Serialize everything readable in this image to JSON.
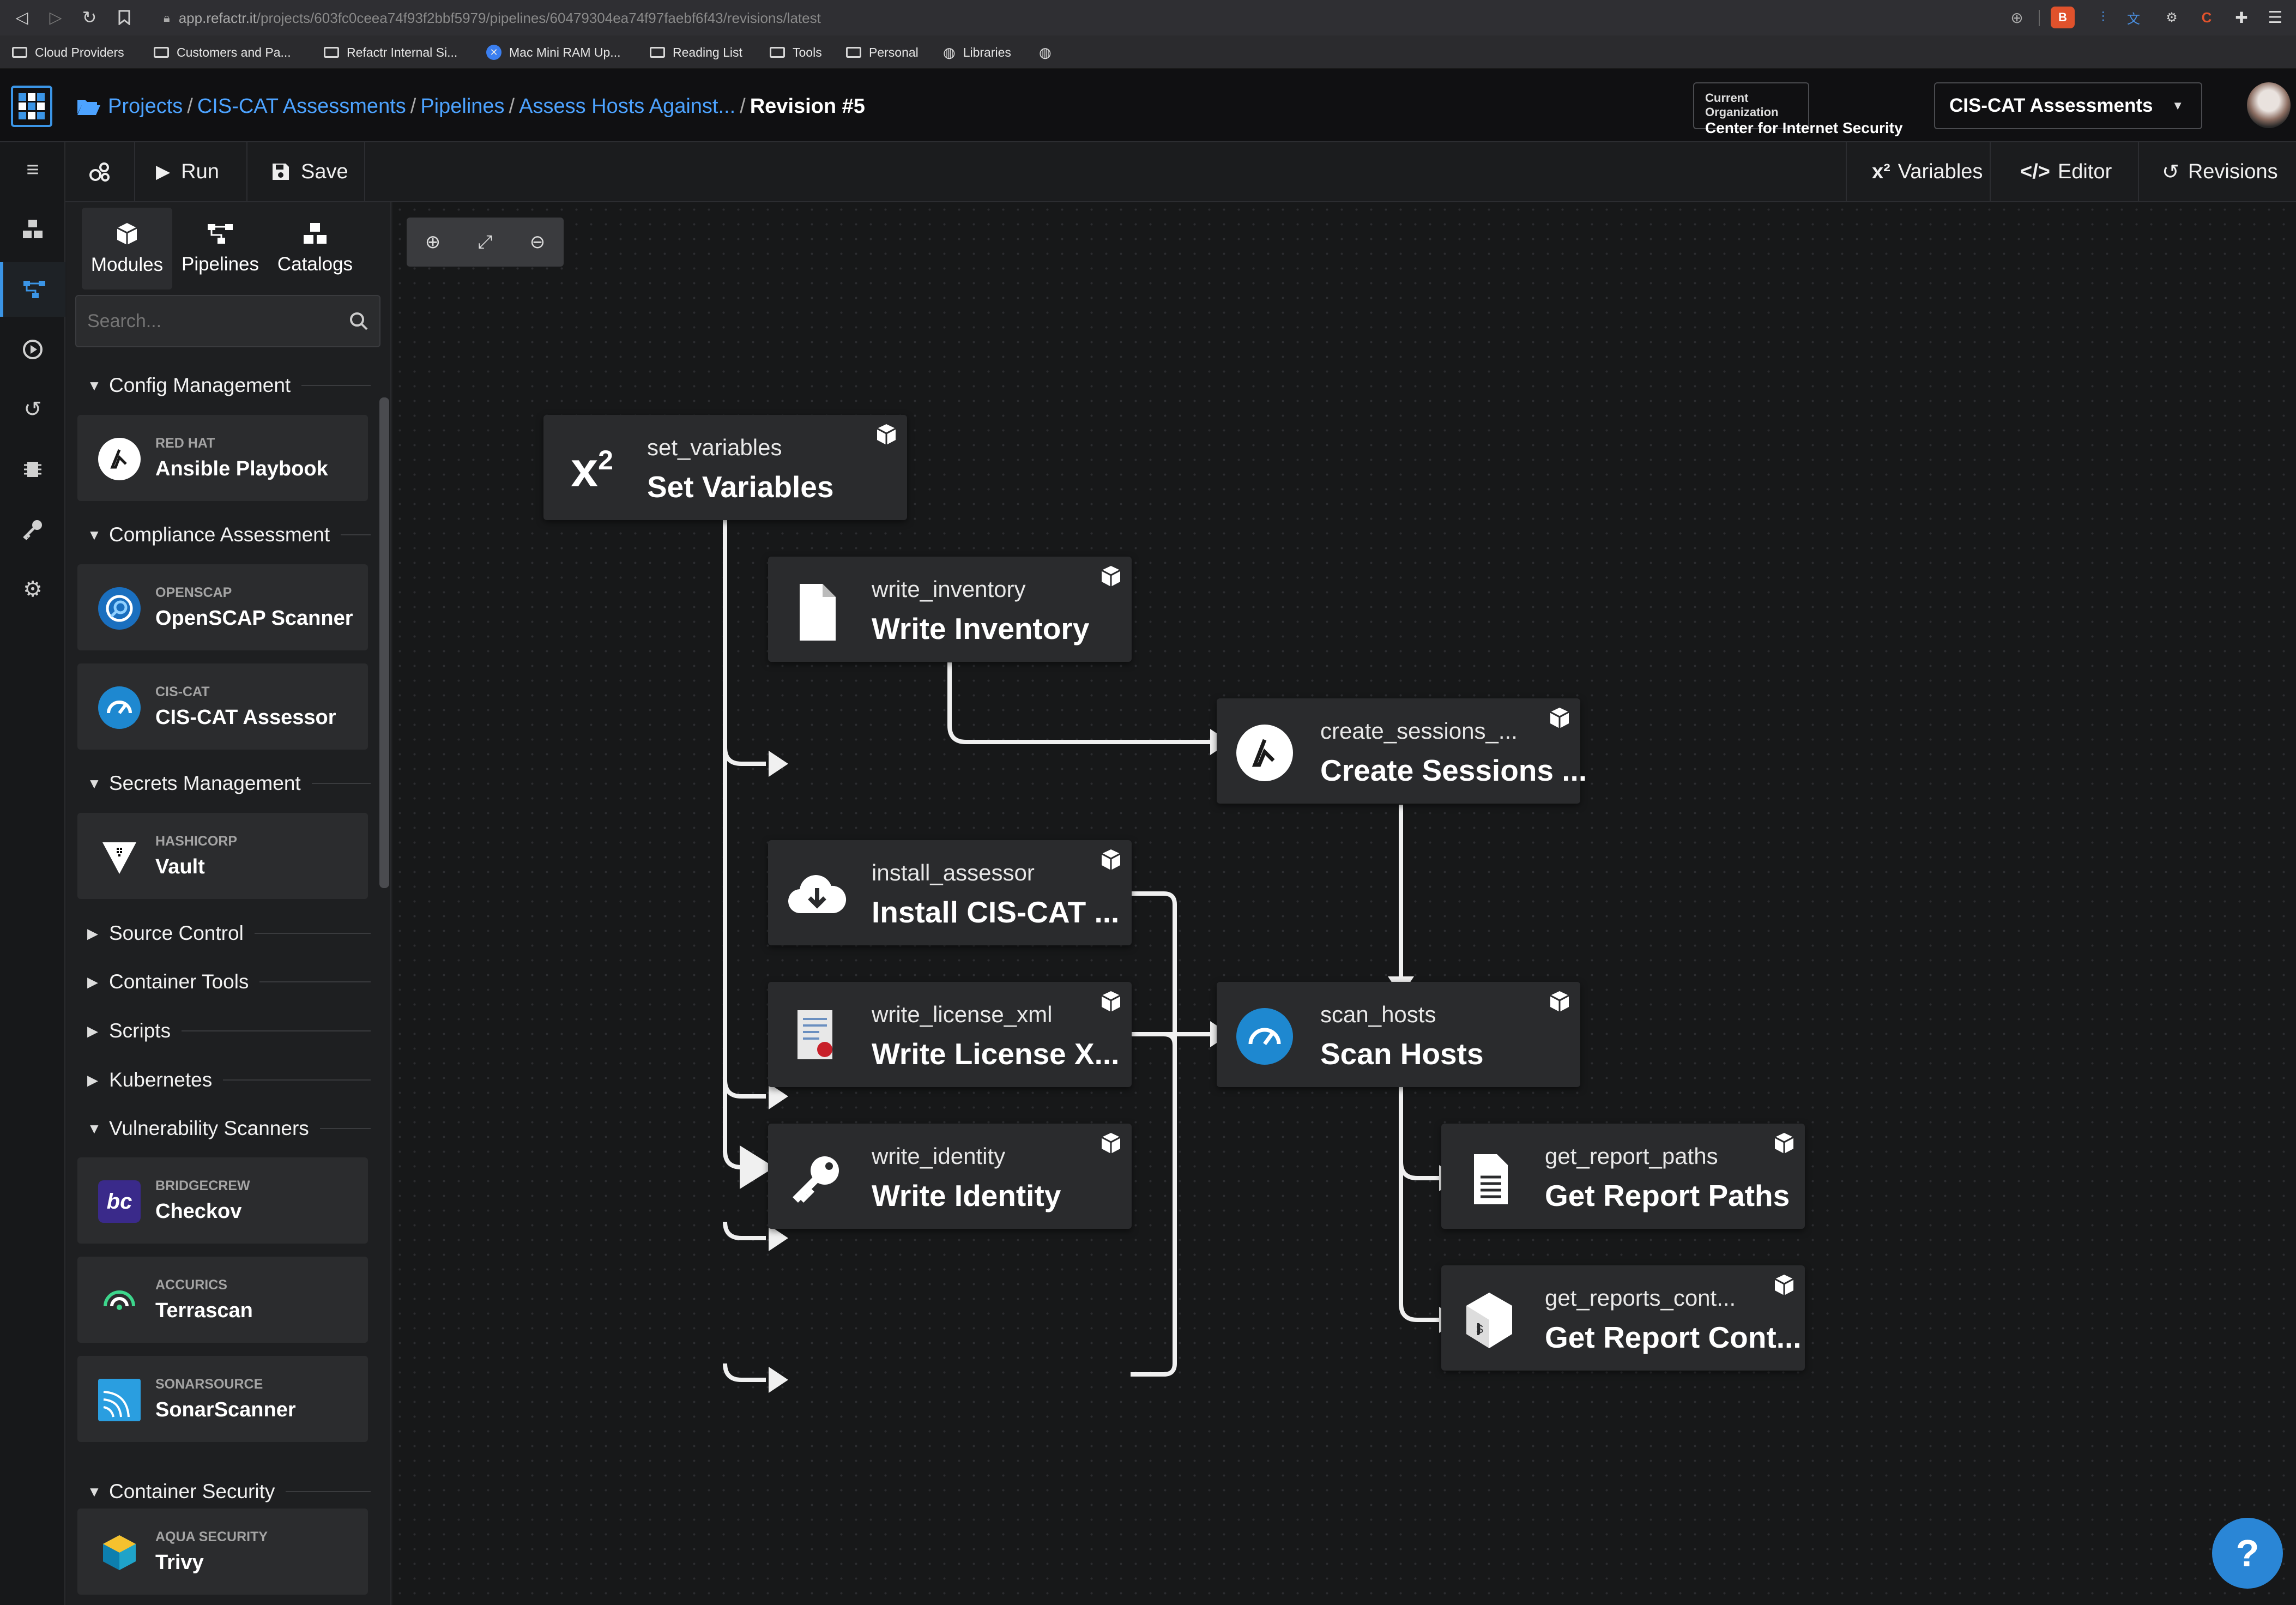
{
  "browser": {
    "url_host": "app.refactr.it",
    "url_path": "/projects/603fc0ceea74f93f2bbf5979/pipelines/60479304ea74f97faebf6f43/revisions/latest",
    "bookmarks": [
      "Cloud Providers",
      "Customers and Pa...",
      "Refactr Internal Si...",
      "Mac Mini RAM Up...",
      "Reading List",
      "Tools",
      "Personal",
      "Libraries"
    ]
  },
  "header": {
    "breadcrumbs": [
      "Projects",
      "CIS-CAT Assessments",
      "Pipelines",
      "Assess Hosts Against..."
    ],
    "current": "Revision #5",
    "org_label": "Current Organization",
    "org_name": "Center for Internet Security",
    "project_select": "CIS-CAT Assessments"
  },
  "toolbar": {
    "run": "Run",
    "save": "Save",
    "variables": "Variables",
    "variables_prefix": "x²",
    "editor": "Editor",
    "revisions": "Revisions"
  },
  "panel": {
    "tabs": [
      "Modules",
      "Pipelines",
      "Catalogs"
    ],
    "search_placeholder": "Search...",
    "categories": {
      "config": "Config Management",
      "compliance": "Compliance Assessment",
      "secrets": "Secrets Management",
      "source": "Source Control",
      "container_tools": "Container Tools",
      "scripts": "Scripts",
      "kubernetes": "Kubernetes",
      "vuln": "Vulnerability Scanners",
      "container_sec": "Container Security"
    },
    "modules": [
      {
        "vendor": "RED HAT",
        "name": "Ansible Playbook"
      },
      {
        "vendor": "OPENSCAP",
        "name": "OpenSCAP Scanner"
      },
      {
        "vendor": "CIS-CAT",
        "name": "CIS-CAT Assessor"
      },
      {
        "vendor": "HASHICORP",
        "name": "Vault"
      },
      {
        "vendor": "BRIDGECREW",
        "name": "Checkov"
      },
      {
        "vendor": "ACCURICS",
        "name": "Terrascan"
      },
      {
        "vendor": "SONARSOURCE",
        "name": "SonarScanner"
      },
      {
        "vendor": "AQUA SECURITY",
        "name": "Trivy"
      }
    ]
  },
  "nodes": [
    {
      "id": "set_variables",
      "label": "Set Variables",
      "icon": "x2-icon"
    },
    {
      "id": "write_inventory",
      "label": "Write Inventory",
      "icon": "file-icon"
    },
    {
      "id": "create_sessions_...",
      "label": "Create Sessions ...",
      "icon": "ansible-icon"
    },
    {
      "id": "install_assessor",
      "label": "Install CIS-CAT ...",
      "icon": "cloud-download-icon"
    },
    {
      "id": "write_license_xml",
      "label": "Write License X...",
      "icon": "certificate-icon"
    },
    {
      "id": "scan_hosts",
      "label": "Scan Hosts",
      "icon": "gauge-icon"
    },
    {
      "id": "write_identity",
      "label": "Write Identity",
      "icon": "key-icon"
    },
    {
      "id": "get_report_paths",
      "label": "Get Report Paths",
      "icon": "document-list-icon"
    },
    {
      "id": "get_reports_cont...",
      "label": "Get Report Cont...",
      "icon": "bash-icon"
    }
  ],
  "help": "?"
}
